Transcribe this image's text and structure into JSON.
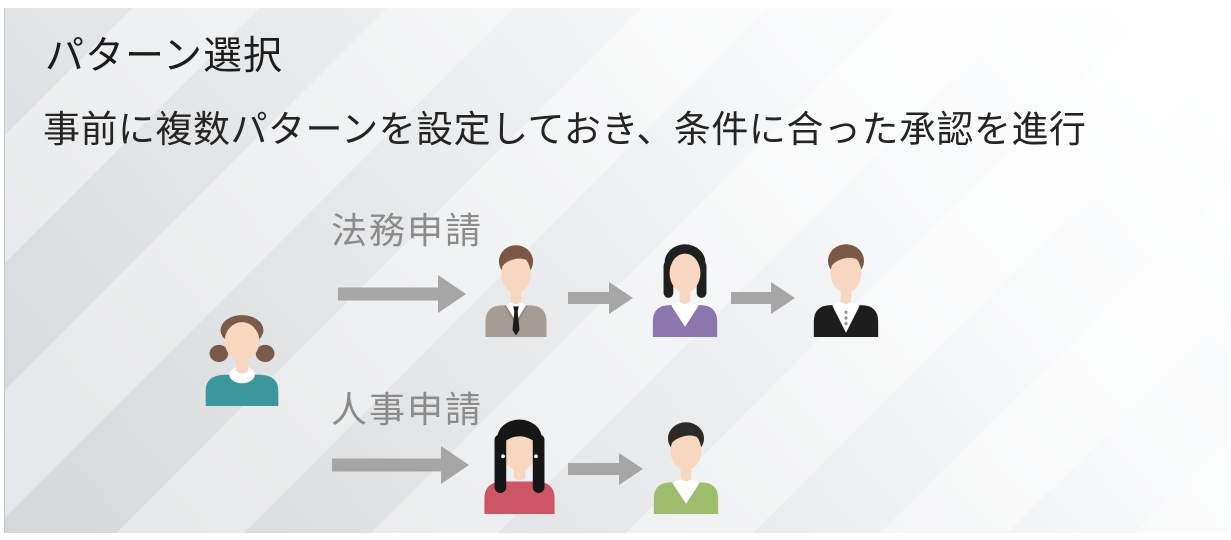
{
  "panel": {
    "title": "パターン選択",
    "subtitle": "事前に複数パターンを設定しておき、条件に合った承認を進行"
  },
  "colors": {
    "arrow": "#a6a6a6",
    "label": "#8b8b8b",
    "title": "#1c1c1c",
    "panel_from": "#d5d7d9",
    "panel_to": "#ffffff"
  },
  "applicant": {
    "icon": "person-female-pigtails-teal",
    "style": "female-pigtails",
    "skin": "#f7d7bf",
    "hair": "#7a5a4b",
    "top": "#3a979c",
    "collar": "round"
  },
  "flows": [
    {
      "label": "法務申請",
      "arrow_icon": "arrow-right",
      "approvers": [
        {
          "icon": "person-male-gray-suit-tie",
          "style": "male",
          "skin": "#f7d7bf",
          "hair": "#7b5845",
          "top": "#a69c96",
          "collar": "suit",
          "tie": "#1b1b1b",
          "lapel": "#8f857f"
        },
        {
          "icon": "person-female-bob-purple",
          "style": "female-bob",
          "skin": "#f7d7bf",
          "hair": "#1f1f1f",
          "top": "#8c76ae",
          "collar": "v"
        },
        {
          "icon": "person-male-black-sweater",
          "style": "male",
          "skin": "#f7d7bf",
          "hair": "#7b5845",
          "top": "#1d1d1d",
          "collar": "buttons",
          "button": "#9b9b9b"
        }
      ]
    },
    {
      "label": "人事申請",
      "arrow_icon": "arrow-right",
      "approvers": [
        {
          "icon": "person-female-long-hair-red",
          "style": "female-long",
          "skin": "#f7d7bf",
          "hair": "#161616",
          "top": "#cd5565",
          "collar": "none"
        },
        {
          "icon": "person-male-green-sweater",
          "style": "male",
          "skin": "#f7d7bf",
          "hair": "#2c2a27",
          "top": "#9dbc6c",
          "collar": "v"
        }
      ]
    }
  ]
}
